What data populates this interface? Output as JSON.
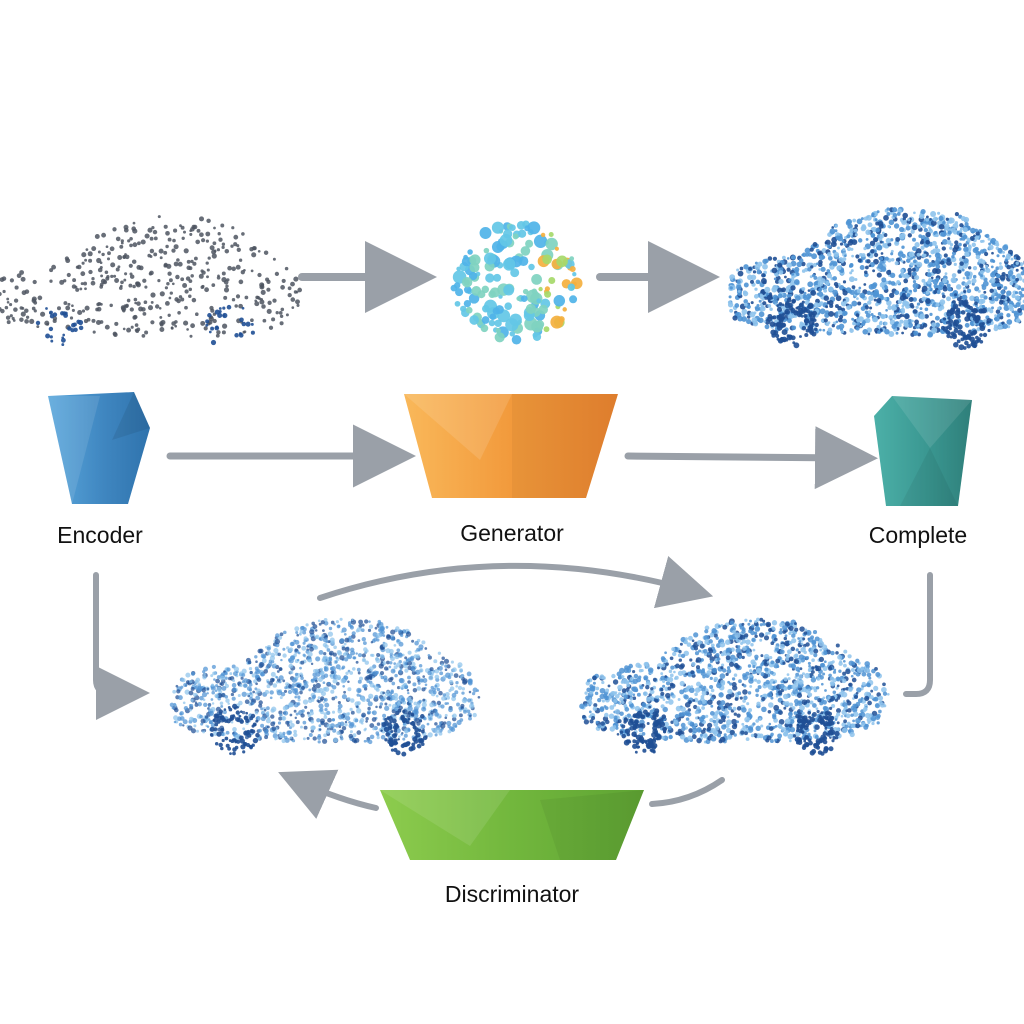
{
  "modules": {
    "encoder": {
      "label": "Encoder",
      "colors": [
        "#5aa7dc",
        "#3f86c0",
        "#2f73ad"
      ]
    },
    "generator": {
      "label": "Generator",
      "colors": [
        "#f9b85a",
        "#f29a3c",
        "#e8832f"
      ]
    },
    "complete": {
      "label": "Complete",
      "colors": [
        "#4cb0a8",
        "#3a9791",
        "#2f7f7a"
      ]
    },
    "discriminator": {
      "label": "Discriminator",
      "colors": [
        "#8dcc4e",
        "#72b73d",
        "#5ea333"
      ]
    }
  },
  "colors": {
    "arrow": "#9aa0a8",
    "partial_points": "#4d5560",
    "point_blue_light": "#8ec3ec",
    "point_blue_mid": "#4f93d4",
    "point_blue_dark": "#1f4f95",
    "latent_palette": [
      "#4fb3e8",
      "#63c7e6",
      "#7fd3c0",
      "#a6d96a",
      "#f4b03f",
      "#3f8ed6"
    ]
  },
  "icons": [
    "partial-point-cloud-car",
    "latent-code-cluster",
    "completed-point-cloud-car",
    "arrow-right-icon",
    "curved-arrow-icon"
  ]
}
